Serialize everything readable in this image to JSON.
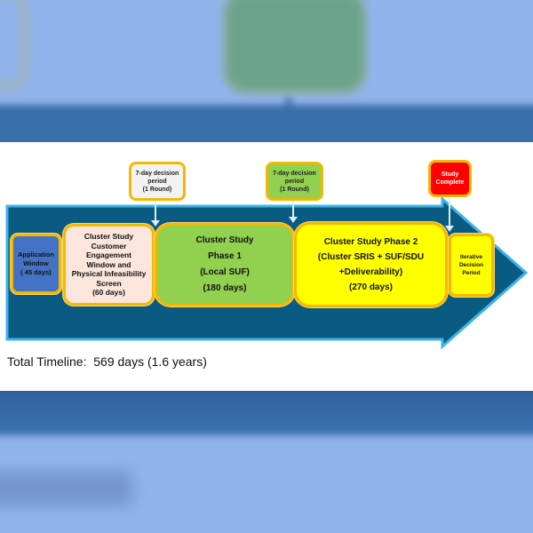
{
  "callouts": [
    {
      "lines": [
        "7-day decision",
        "period",
        "(1 Round)"
      ],
      "color": "#f2f2f2"
    },
    {
      "lines": [
        "7-day decision",
        "period",
        "(1 Round)"
      ],
      "color": "#92d050"
    },
    {
      "lines": [
        "Study",
        "Complete"
      ],
      "color": "#ff0000"
    }
  ],
  "stages": [
    {
      "lines": [
        "Application",
        "Window",
        "( 45 days)"
      ],
      "color": "#4472c4"
    },
    {
      "lines": [
        "Cluster Study",
        "Customer",
        "Engagement",
        "Window and",
        "Physical Infeasibility",
        "Screen",
        "(60 days)"
      ],
      "color": "#fbe5dc"
    },
    {
      "lines": [
        "Cluster Study",
        "Phase 1",
        "(Local SUF)",
        "(180 days)"
      ],
      "color": "#92d050"
    },
    {
      "lines": [
        "Cluster Study Phase 2",
        "(Cluster SRIS + SUF/SDU",
        "+Deliverability)",
        "(270 days)"
      ],
      "color": "#ffff00"
    },
    {
      "lines": [
        "Iterative",
        "Decision",
        "Period"
      ],
      "color": "#ffff00"
    }
  ],
  "total_timeline": {
    "label": "Total Timeline:",
    "value": "569 days (1.6 years)"
  },
  "colors": {
    "arrow_fill": "#0b5a82",
    "arrow_border": "#3cb4e6",
    "box_border": "#f5b800"
  }
}
